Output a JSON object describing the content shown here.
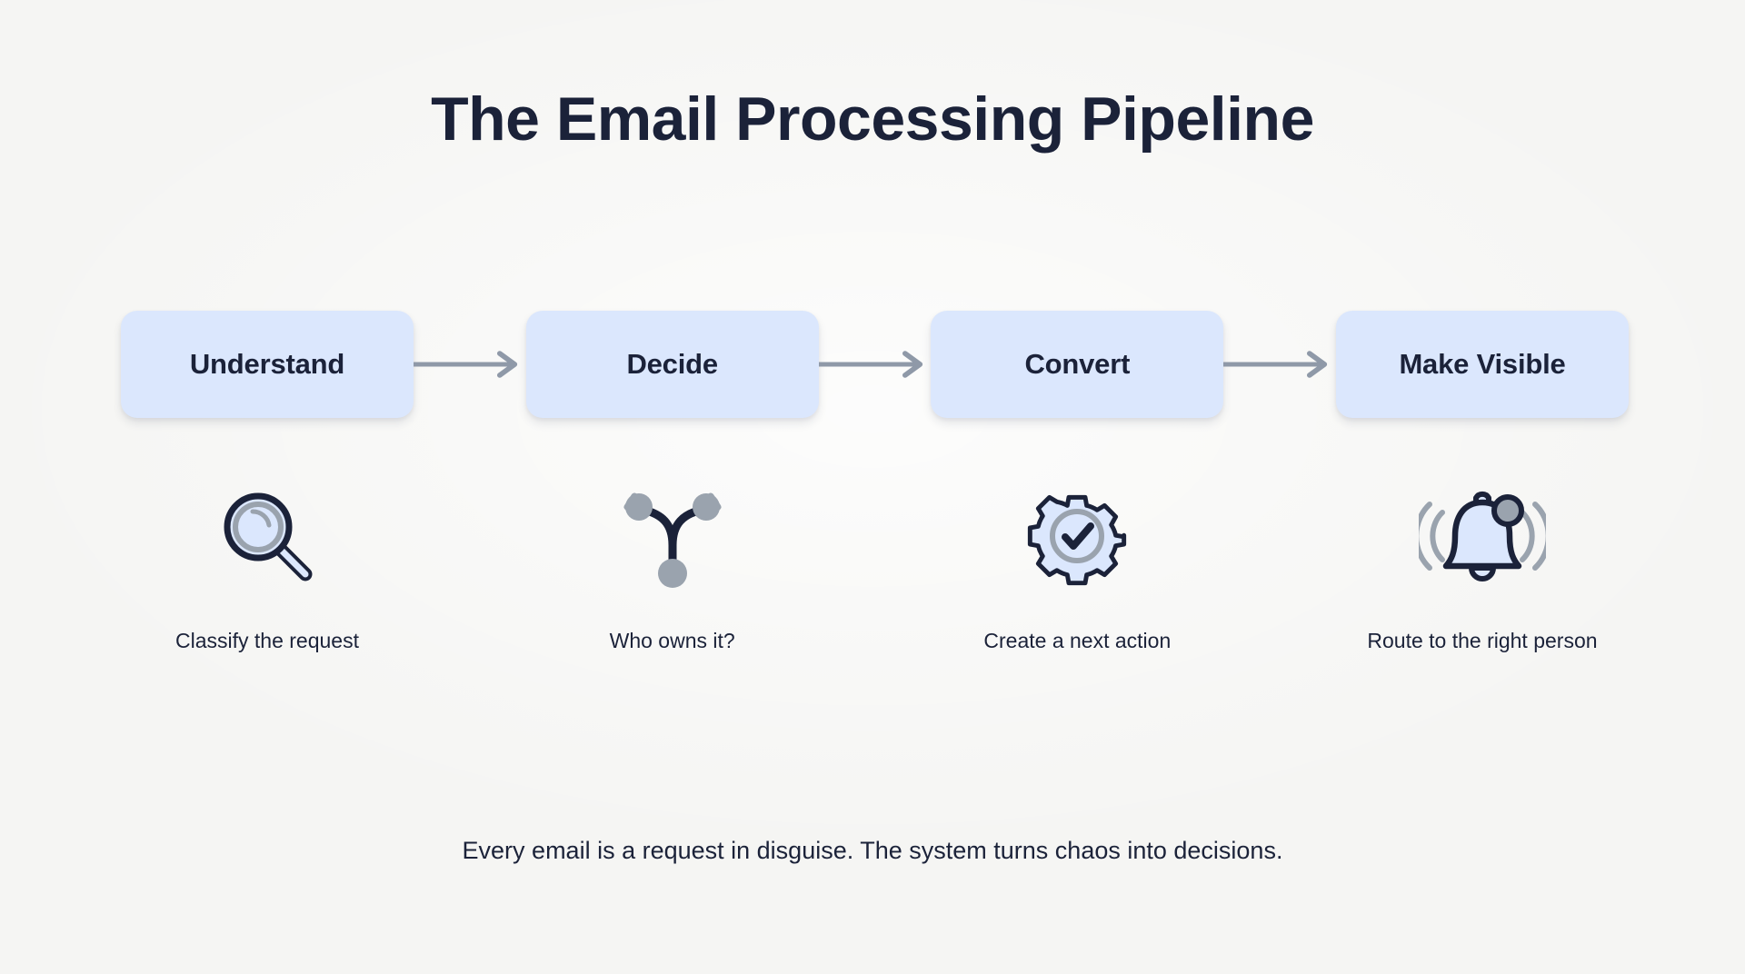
{
  "page": {
    "title": "The Email Processing Pipeline",
    "footer_note": "Every email is a request in disguise. The system turns chaos into decisions.",
    "background_color": "#f5f5f3",
    "text_color": "#1b2239",
    "stage_fill_color": "#dbe7fd",
    "arrow_color": "#8f99a8",
    "icon_accent_gray": "#9aa3ae"
  },
  "pipeline": {
    "arrow_glyph": "arrow-right-icon",
    "stages": [
      {
        "label": "Understand",
        "caption": "Classify the request",
        "icon": "magnifying-glass-icon"
      },
      {
        "label": "Decide",
        "caption": "Who owns it?",
        "icon": "branch-fork-icon"
      },
      {
        "label": "Convert",
        "caption": "Create a next action",
        "icon": "gear-check-icon"
      },
      {
        "label": "Make Visible",
        "caption": "Route to the right person",
        "icon": "bell-notification-icon"
      }
    ]
  }
}
